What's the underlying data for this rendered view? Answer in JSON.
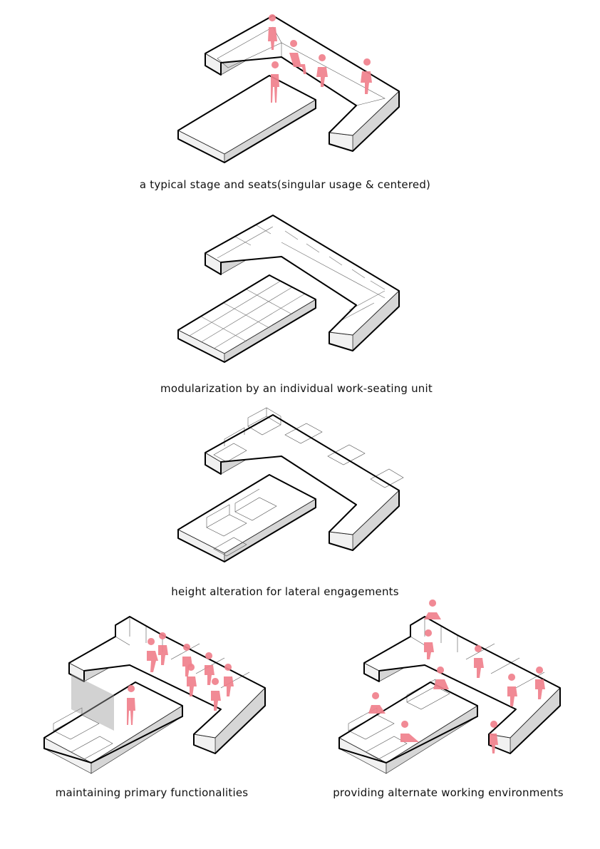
{
  "captions": {
    "p1": "a typical stage and seats(singular usage & centered)",
    "p2": "modularization by an individual work-seating unit",
    "p3": "height alteration for lateral engagements",
    "p4": "maintaining primary functionalities",
    "p5": "providing alternate working environments"
  },
  "colors": {
    "person": "#f0808c",
    "outline": "#000000",
    "side_dark": "#d6d6d6",
    "side_light": "#f1f1f1",
    "screen": "#9c9c9c"
  },
  "icons": {
    "figure": "person-silhouette-icon",
    "partition": "screen-partition-icon"
  }
}
